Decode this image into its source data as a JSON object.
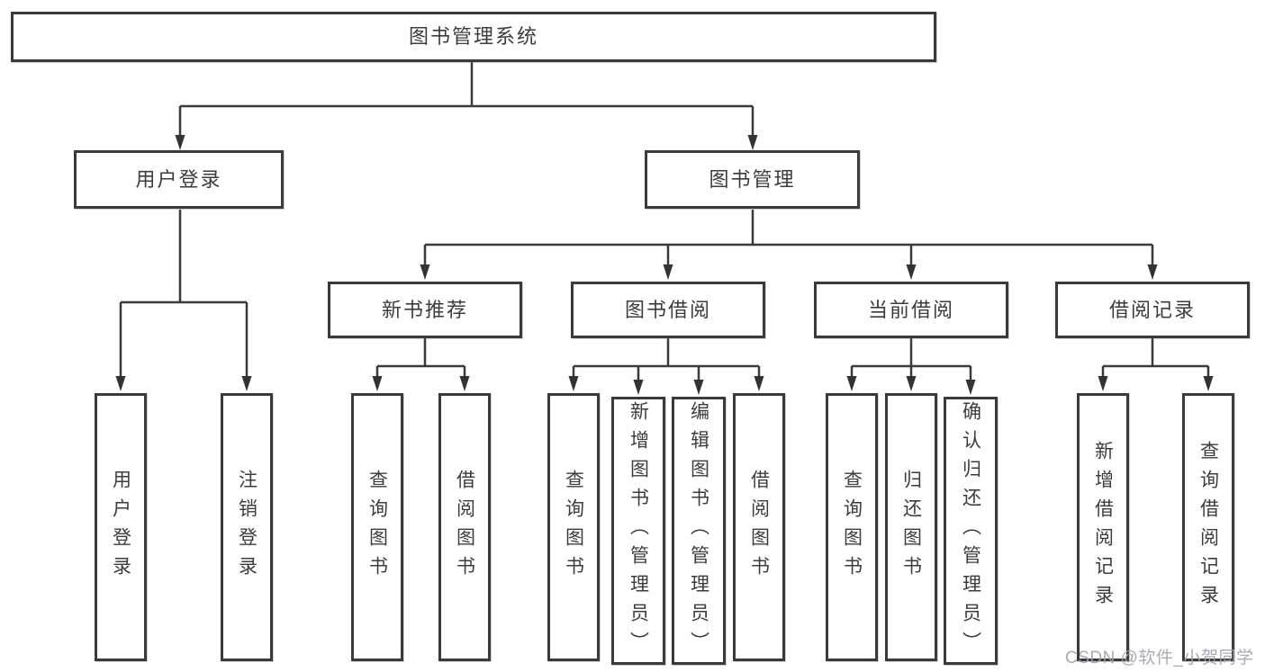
{
  "page": {
    "background": "#ffffff"
  },
  "colors": {
    "line": "#3a3a3a",
    "box_border": "#3a3a3a",
    "box_fill": "#ffffff",
    "text": "#3c3c3c",
    "watermark": "#9ea3a8"
  },
  "tree": {
    "root": {
      "label": "图书管理系统",
      "children": [
        {
          "label": "用户登录",
          "children": [
            {
              "label": "用户登录"
            },
            {
              "label": "注销登录"
            }
          ]
        },
        {
          "label": "图书管理",
          "children": [
            {
              "label": "新书推荐",
              "children": [
                {
                  "label": "查询图书"
                },
                {
                  "label": "借阅图书"
                }
              ]
            },
            {
              "label": "图书借阅",
              "children": [
                {
                  "label": "查询图书"
                },
                {
                  "label": "新增图书（管理员）"
                },
                {
                  "label": "编辑图书（管理员）"
                },
                {
                  "label": "借阅图书"
                }
              ]
            },
            {
              "label": "当前借阅",
              "children": [
                {
                  "label": "查询图书"
                },
                {
                  "label": "归还图书"
                },
                {
                  "label": "确认归还（管理员）"
                }
              ]
            },
            {
              "label": "借阅记录",
              "children": [
                {
                  "label": "新增借阅记录"
                },
                {
                  "label": "查询借阅记录"
                }
              ]
            }
          ]
        }
      ]
    }
  },
  "watermark": {
    "text": "CSDN @软件_小贺同学"
  }
}
